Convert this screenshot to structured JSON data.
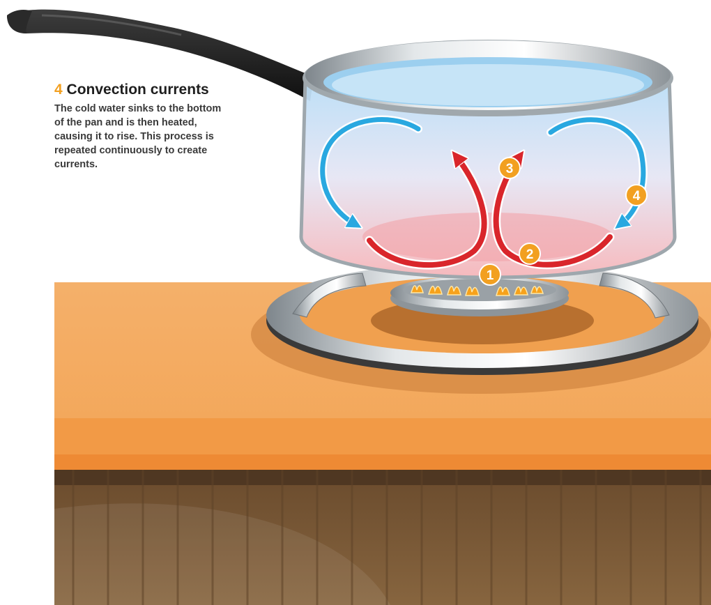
{
  "caption": {
    "number": "4",
    "title": "Convection currents",
    "body": "The cold water sinks to the bottom of the pan and is then heated, causing it to rise. This process is repeated continuously to create currents."
  },
  "markers": [
    "1",
    "2",
    "3",
    "4"
  ],
  "colors": {
    "accent_orange": "#f2a021",
    "hot_current": "#d9262b",
    "cold_current": "#29a8e0",
    "countertop": "#f0a04f",
    "cabinet": "#7a5a3a"
  }
}
